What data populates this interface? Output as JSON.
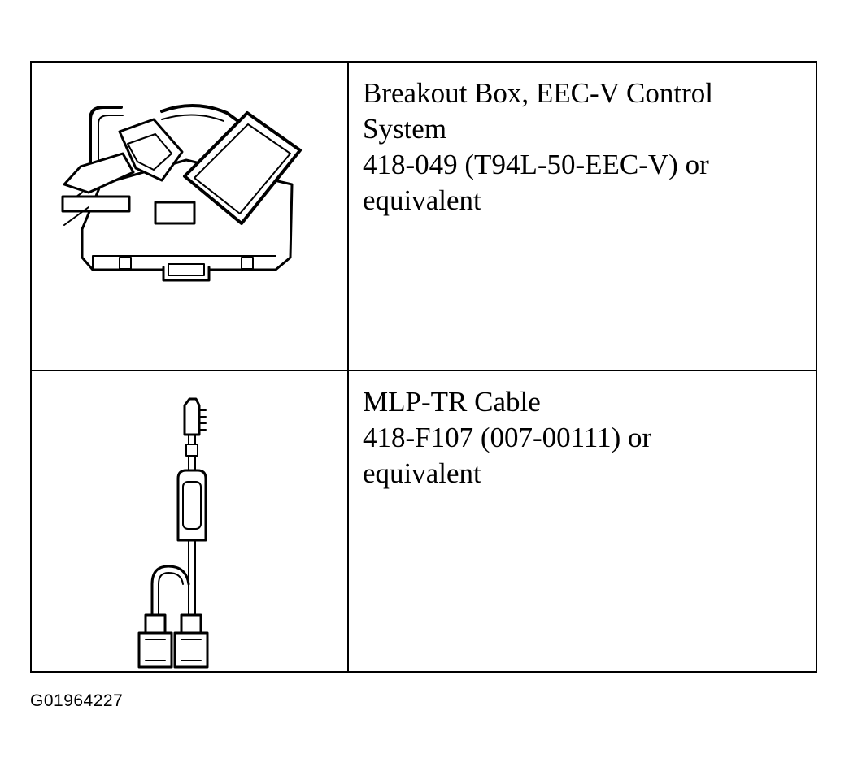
{
  "tools": [
    {
      "lines": [
        "Breakout Box, EEC-V Control",
        "System",
        "418-049 (T94L-50-EEC-V) or",
        "equivalent"
      ],
      "illustration": "breakout-box-illustration"
    },
    {
      "lines": [
        "MLP-TR Cable",
        "418-F107 (007-00111) or",
        "equivalent"
      ],
      "illustration": "mlp-tr-cable-illustration"
    }
  ],
  "figure_id": "G01964227"
}
